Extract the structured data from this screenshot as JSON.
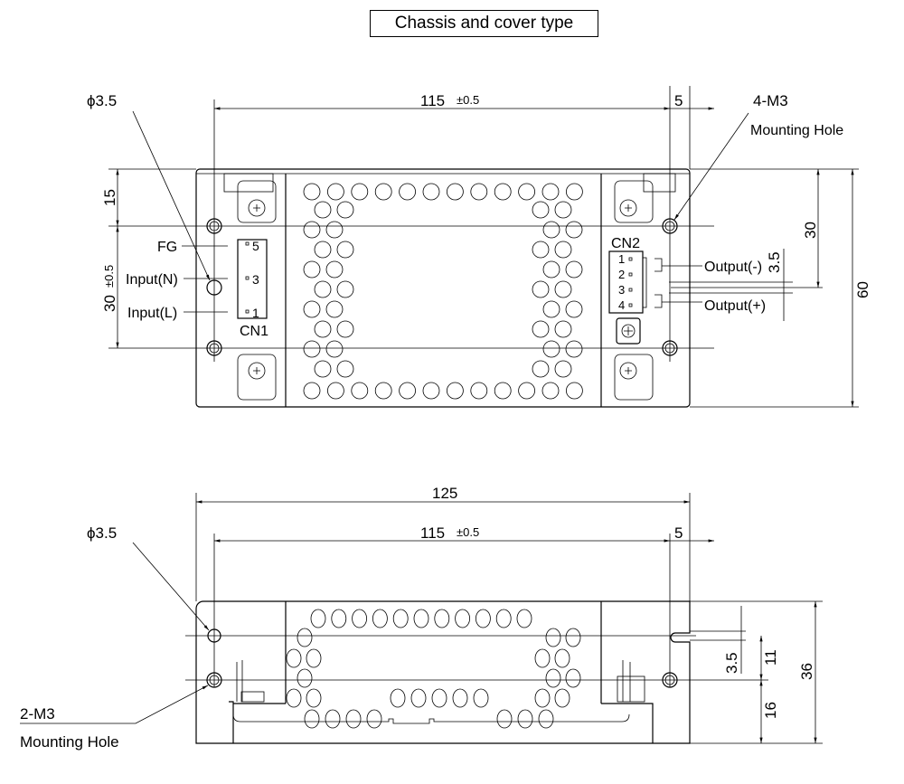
{
  "title": "Chassis and cover type",
  "top_view": {
    "dim_width": "115",
    "dim_width_tol": "±0.5",
    "dim_edge": "5",
    "dim_15": "15",
    "dim_30": "30",
    "dim_30_tol": "±0.5",
    "dim_right_30": "30",
    "dim_60": "60",
    "dim_3_5": "3.5",
    "hole_dia": "ϕ3.5",
    "mount_hole_count": "4-M3",
    "mount_hole_label": "Mounting Hole",
    "cn1": {
      "name": "CN1",
      "pins": [
        "5",
        "3",
        "1"
      ],
      "labels": [
        "FG",
        "Input(N)",
        "Input(L)"
      ]
    },
    "cn2": {
      "name": "CN2",
      "pins": [
        "1",
        "2",
        "3",
        "4"
      ],
      "labels": [
        "Output(-)",
        "Output(+)"
      ]
    }
  },
  "side_view": {
    "dim_total": "125",
    "dim_width": "115",
    "dim_width_tol": "±0.5",
    "dim_edge": "5",
    "hole_dia": "ϕ3.5",
    "mount_hole_count": "2-M3",
    "mount_hole_label": "Mounting Hole",
    "dim_3_5": "3.5",
    "dim_11": "11",
    "dim_36": "36",
    "dim_16": "16"
  }
}
